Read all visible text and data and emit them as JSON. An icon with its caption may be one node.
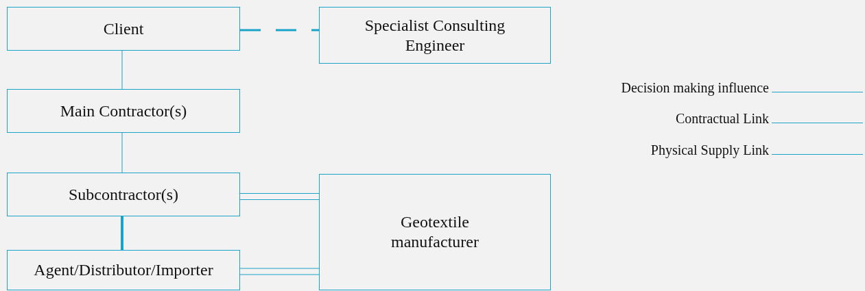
{
  "diagram": {
    "nodes": [
      {
        "text": [
          "Client"
        ]
      },
      {
        "text": [
          "Specialist Consulting Engineer"
        ]
      },
      {
        "text": [
          "Main Contractor(s)"
        ]
      },
      {
        "text": [
          "Subcontractor(s)"
        ]
      },
      {
        "text": [
          "Agent/Distributor/Importer"
        ]
      },
      {
        "text": [
          "Geotextile manufacturer"
        ]
      }
    ],
    "edges": [
      {
        "from": 0,
        "to": 1,
        "arrow": "none",
        "style": "dashed"
      },
      {
        "from": 0,
        "to": 2,
        "arrow": "none"
      },
      {
        "from": 2,
        "to": 3,
        "arrow": "none"
      },
      {
        "from": 3,
        "to": 4,
        "arrow": "none",
        "style": "thick"
      },
      {
        "from": 3,
        "to": 5,
        "arrow": "none"
      },
      {
        "from": 4,
        "to": 5,
        "arrow": "none"
      }
    ],
    "legend": [
      {
        "text": "Decision making influence"
      },
      {
        "text": "Contractual Link"
      },
      {
        "text": "Physical Supply Link"
      }
    ]
  }
}
